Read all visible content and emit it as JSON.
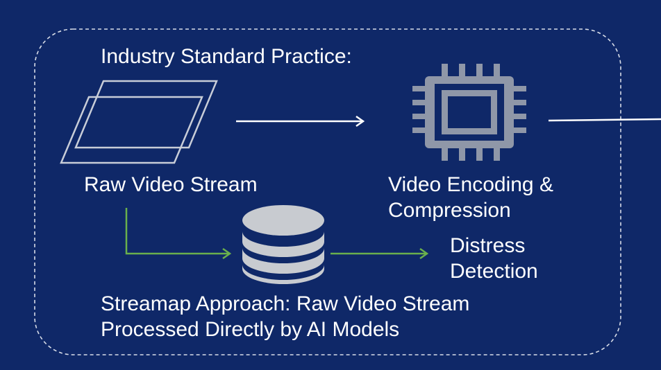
{
  "diagram": {
    "industry_title": "Industry Standard Practice:",
    "raw_video_label": "Raw Video Stream",
    "encoding_label_line1": "Video Encoding &",
    "encoding_label_line2": "Compression",
    "distress_label_line1": "Distress",
    "distress_label_line2": "Detection",
    "approach_line1": "Streamap Approach: Raw Video Stream",
    "approach_line2": "Processed Directly by AI Models"
  },
  "colors": {
    "background": "#0f2868",
    "frame_border": "#d8dde8",
    "white_arrow": "#ffffff",
    "green_arrow": "#6ab04c",
    "chip_icon": "#8f97a8",
    "database_icon": "#c8cbd0",
    "video_frames_icon": "#c8cdd8"
  },
  "icons": {
    "video": "video-frames-icon",
    "chip": "chip-icon",
    "database": "database-icon"
  }
}
